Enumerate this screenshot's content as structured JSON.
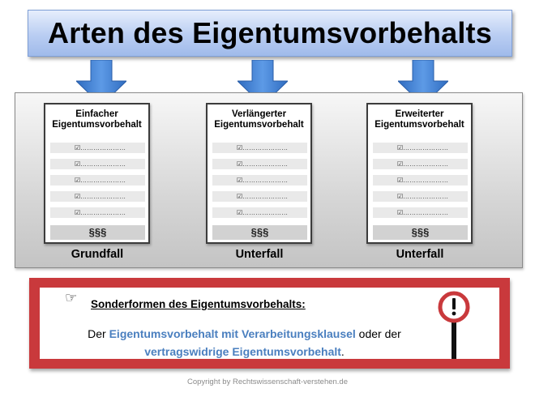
{
  "title": "Arten des Eigentumsvorbehalts",
  "colors": {
    "title_bg": "#b9cdf2",
    "arrow_blue": "#3f7fd1",
    "panel_gray": "#d6d6d6",
    "alert_red": "#c9393c",
    "highlight_blue": "#4a7fbf"
  },
  "types": [
    {
      "title": "Einfacher\nEigentumsvorbehalt",
      "checklist": [
        "☑…………………",
        "☑…………………",
        "☑…………………",
        "☑…………………",
        "☑…………………"
      ],
      "section_symbol": "§§§",
      "label": "Grundfall"
    },
    {
      "title": "Verlängerter\nEigentumsvorbehalt",
      "checklist": [
        "☑…………………",
        "☑…………………",
        "☑…………………",
        "☑…………………",
        "☑…………………"
      ],
      "section_symbol": "§§§",
      "label": "Unterfall"
    },
    {
      "title": "Erweiterter\nEigentumsvorbehalt",
      "checklist": [
        "☑…………………",
        "☑…………………",
        "☑…………………",
        "☑…………………",
        "☑…………………"
      ],
      "section_symbol": "§§§",
      "label": "Unterfall"
    }
  ],
  "special": {
    "icon": "pointing-hand-icon",
    "heading": "Sonderformen des Eigentumsvorbehalts:",
    "line1_pre": "Der ",
    "line1_hl": "Eigentumsvorbehalt mit Verarbeitungsklausel",
    "line1_post": " oder der",
    "line2_hl": "vertragswidrige Eigentumsvorbehalt",
    "line2_post": ".",
    "warning_icon": "exclamation-sign-icon"
  },
  "copyright": "Copyright by Rechtswissenschaft-verstehen.de"
}
